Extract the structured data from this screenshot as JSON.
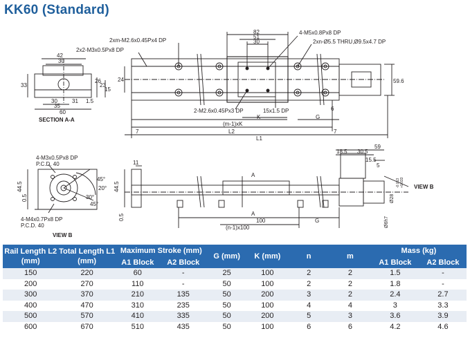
{
  "title": "KK60 (Standard)",
  "top_view": {
    "callouts": [
      "2xm-M2.6x0.45Px4 DP",
      "2x2-M3x0.5Px8 DP",
      "4-M5x0.8Px8 DP",
      "2xn-Ø5.5 THRU,Ø9.5x4.7 DP",
      "2-M2.6x0.45Px3 DP",
      "15x1.5 DP"
    ],
    "dims": [
      "82",
      "51",
      "30",
      "24",
      "59.6",
      "6",
      "K",
      "G",
      "(m-1)xK",
      "L2",
      "L1",
      "7",
      "7"
    ]
  },
  "section_aa": {
    "label": "SECTION A-A",
    "dims": [
      "42",
      "30",
      "33",
      "26",
      "23",
      "15",
      "30",
      "31",
      "35",
      "60",
      "1.5"
    ]
  },
  "view_b": {
    "label": "VIEW B",
    "callouts": [
      "4-M3x0.5Px8 DP",
      "P.C.D. 40",
      "4-M4x0.7Px8 DP",
      "P.C.D. 40"
    ],
    "dims": [
      "44.5",
      "0.5",
      "45°",
      "30°",
      "45°",
      "20°"
    ]
  },
  "side_view": {
    "dims": [
      "11",
      "44.5",
      "0.5",
      "A",
      "A",
      "(n-1)x100",
      "100",
      "G",
      "59",
      "18.5",
      "30.5",
      "15.5",
      "5",
      "Ø28",
      "Ø6h7"
    ],
    "tol_top": "-0.013",
    "tol_bot": "+0.033",
    "view_label": "VIEW B"
  },
  "table": {
    "headers": {
      "rail_length": "Rail Length L2 (mm)",
      "total_length": "Total Length L1 (mm)",
      "max_stroke": "Maximum Stroke (mm)",
      "a1": "A1 Block",
      "a2": "A2 Block",
      "g": "G (mm)",
      "k": "K (mm)",
      "n": "n",
      "m": "m",
      "mass": "Mass (kg)",
      "mass_a1": "A1 Block",
      "mass_a2": "A2 Block"
    },
    "rows": [
      [
        "150",
        "220",
        "60",
        "-",
        "25",
        "100",
        "2",
        "2",
        "1.5",
        "-"
      ],
      [
        "200",
        "270",
        "110",
        "-",
        "50",
        "100",
        "2",
        "2",
        "1.8",
        "-"
      ],
      [
        "300",
        "370",
        "210",
        "135",
        "50",
        "200",
        "3",
        "2",
        "2.4",
        "2.7"
      ],
      [
        "400",
        "470",
        "310",
        "235",
        "50",
        "100",
        "4",
        "4",
        "3",
        "3.3"
      ],
      [
        "500",
        "570",
        "410",
        "335",
        "50",
        "200",
        "5",
        "3",
        "3.6",
        "3.9"
      ],
      [
        "600",
        "670",
        "510",
        "435",
        "50",
        "100",
        "6",
        "6",
        "4.2",
        "4.6"
      ]
    ]
  }
}
